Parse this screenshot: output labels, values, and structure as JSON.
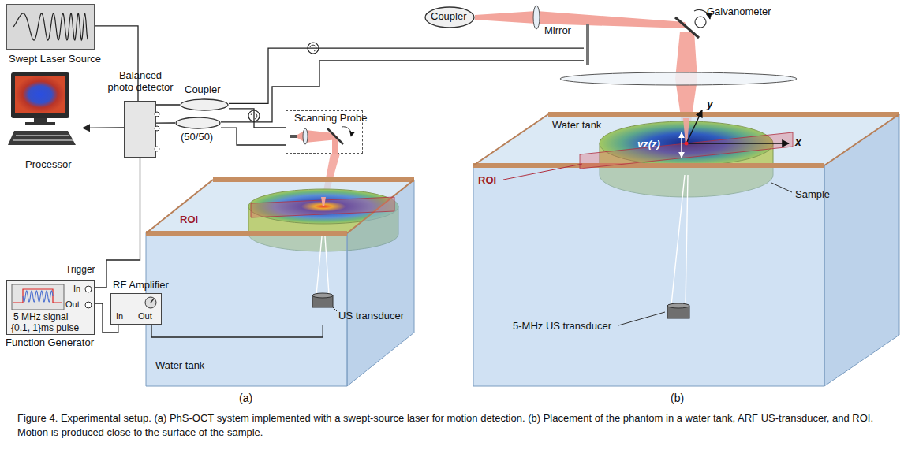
{
  "diagram": {
    "caption": "Figure 4. Experimental setup. (a) PhS-OCT system implemented with a swept-source laser for motion detection. (b) Placement of the phantom in a water tank, ARF US-transducer, and ROI. Motion is produced close to the surface of the sample.",
    "nodes": [
      {
        "text": [
          "Swept Laser Source"
        ]
      },
      {
        "text": [
          "Coupler"
        ]
      },
      {
        "text": [
          "Mirror"
        ]
      },
      {
        "text": [
          "Balanced photo detector"
        ]
      },
      {
        "text": [
          "Processor"
        ]
      },
      {
        "text": [
          "(50/50)"
        ]
      },
      {
        "text": [
          "Scanning Probe"
        ]
      },
      {
        "text": [
          "5 MHz signal",
          "{0.1, 1}ms pulse",
          "Function Generator",
          "In",
          "Out"
        ]
      },
      {
        "text": [
          "RF Amplifier",
          "In",
          "Out"
        ]
      },
      {
        "text": [
          "Water tank"
        ]
      },
      {
        "text": [
          "US transducer"
        ],
        "in": 9
      },
      {
        "text": [
          "Coupler"
        ]
      },
      {
        "text": [
          "Water tank"
        ]
      },
      {
        "text": [
          "5-MHz US transducer"
        ],
        "in": 12
      }
    ],
    "edges": [
      {
        "from": 0,
        "to": 1,
        "arrow": "none"
      },
      {
        "from": 1,
        "to": 2,
        "arrow": "none"
      },
      {
        "from": 1,
        "to": 6,
        "arrow": "none"
      },
      {
        "from": 2,
        "to": 5,
        "arrow": "none"
      },
      {
        "from": 6,
        "to": 5,
        "arrow": "none"
      },
      {
        "from": 5,
        "to": 3,
        "arrow": "none"
      },
      {
        "from": 3,
        "to": 4,
        "arrow": "to"
      },
      {
        "from": 3,
        "to": 7,
        "label": "Trigger",
        "arrow": "none"
      },
      {
        "from": 7,
        "to": 8,
        "arrow": "none"
      },
      {
        "from": 8,
        "to": 10,
        "arrow": "none"
      }
    ],
    "labels": [
      "ROI",
      "Galvanometer",
      "ROI",
      "Sample",
      "x",
      "y",
      "vz(z)",
      "(a)",
      "(b)"
    ]
  }
}
